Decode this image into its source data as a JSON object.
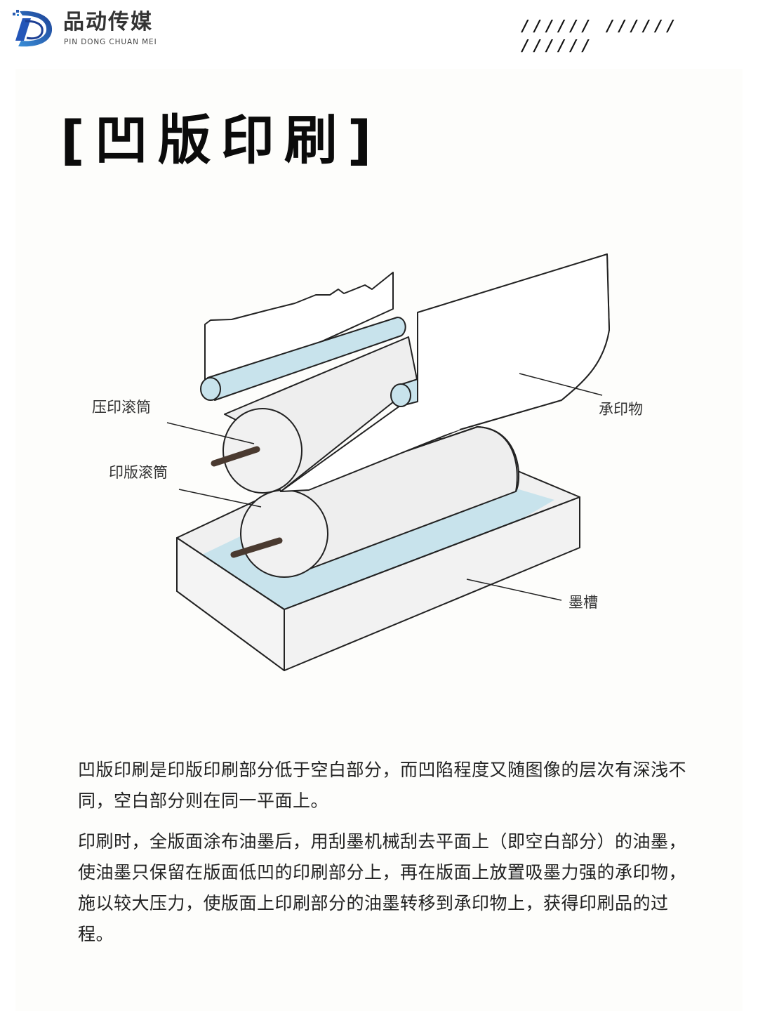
{
  "header": {
    "brand_cn": "品动传媒",
    "brand_en": "PIN DONG CHUAN MEI",
    "logo_icon": "stylized-D-logo-icon",
    "decoration": "////// ////// //////",
    "colors": {
      "logo_dark": "#1c3f94",
      "logo_light": "#3a8fd8"
    }
  },
  "page": {
    "title": "[凹版印刷]",
    "background": "#fdfdfb"
  },
  "diagram": {
    "labels": {
      "impression_cylinder": "压印滚筒",
      "plate_cylinder": "印版滚筒",
      "substrate": "承印物",
      "ink_tray": "墨槽"
    },
    "colors": {
      "ink": "#c8e3ec",
      "cylinder": "#efefef",
      "outline": "#222222",
      "axle": "#4a3a30"
    }
  },
  "description": {
    "paragraphs": [
      "凹版印刷是印版印刷部分低于空白部分，而凹陷程度又随图像的层次有深浅不同，空白部分则在同一平面上。",
      "印刷时，全版面涂布油墨后，用刮墨机械刮去平面上（即空白部分）的油墨，使油墨只保留在版面低凹的印刷部分上，再在版面上放置吸墨力强的承印物，施以较大压力，使版面上印刷部分的油墨转移到承印物上，获得印刷品的过程。"
    ]
  }
}
